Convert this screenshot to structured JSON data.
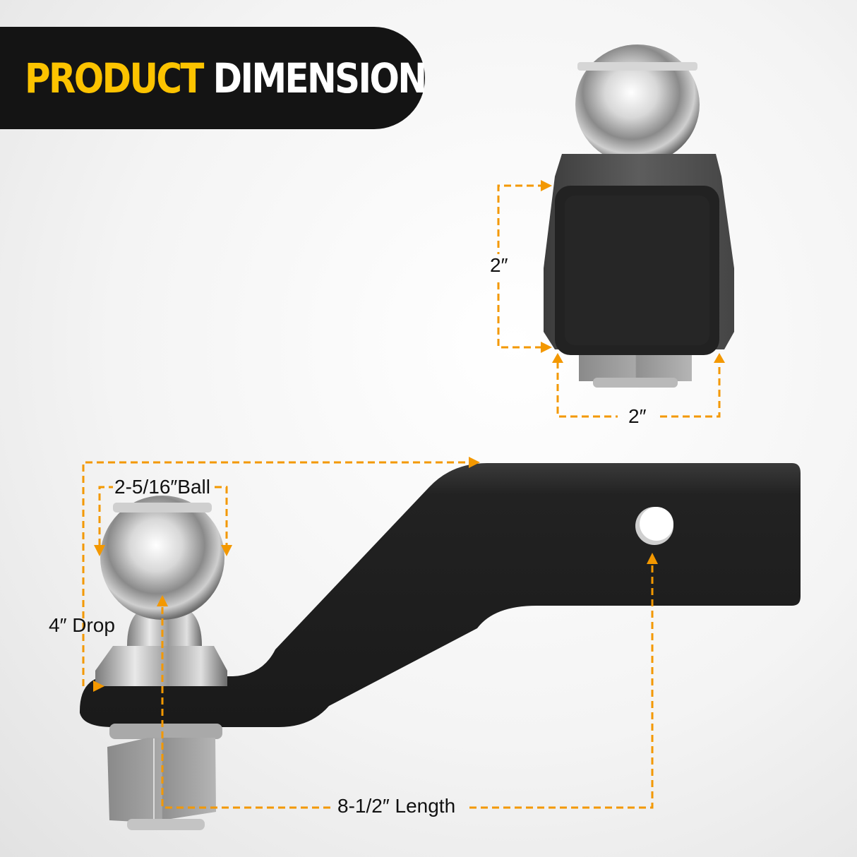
{
  "banner": {
    "title_highlight": "PRODUCT",
    "title_rest": "DIMENSION",
    "highlight_color": "#fcc300",
    "background_color": "#141414"
  },
  "dimensions": {
    "receiver_height": "2″",
    "receiver_width": "2″",
    "ball_diameter": "2-5/16″Ball",
    "drop": "4″ Drop",
    "length": "8-1/2″ Length"
  },
  "colors": {
    "dimension_line": "#f39800",
    "shank": "#1e1e1e",
    "chrome": "#c9c9c9"
  }
}
